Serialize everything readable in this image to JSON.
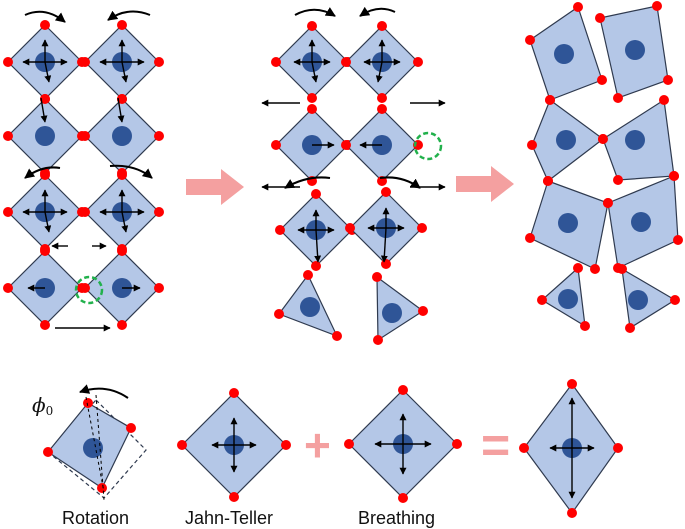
{
  "colors": {
    "polyhedron_fill": "#b4c7e7",
    "polyhedron_stroke": "#2f3a4f",
    "metal_ion": "#2f5597",
    "oxygen_ion": "#ff0000",
    "transition_arrow": "#f4a0a0",
    "vacancy_marker": "#22b14c",
    "displacement_arrow": "#000000"
  },
  "icons": {
    "transition_arrow": "right-block-arrow-icon",
    "plus": "plus-sign-icon",
    "equals": "equals-sign-icon",
    "rotation_arrow": "curved-arrow-icon"
  },
  "panels": [
    {
      "name": "initial-structure",
      "vacancy_marked": true
    },
    {
      "name": "intermediate-structure",
      "vacancy_marked": true
    },
    {
      "name": "final-structure",
      "vacancy_marked": false
    }
  ],
  "legend": {
    "rotation": {
      "label": "Rotation",
      "angle_symbol": "ϕ",
      "angle_subscript": "0"
    },
    "jahn_teller": {
      "label": "Jahn-Teller"
    },
    "breathing": {
      "label": "Breathing"
    },
    "plus_symbol": "+",
    "equals_symbol": "="
  }
}
